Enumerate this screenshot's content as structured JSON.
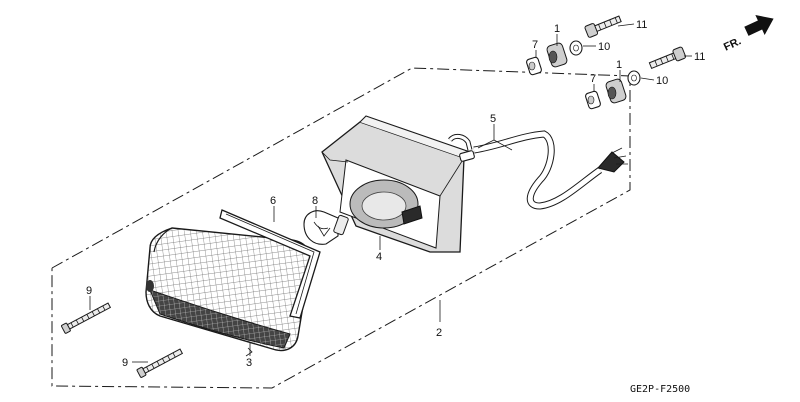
{
  "diagram_code": "GE2P-F2500",
  "direction_label": "FR.",
  "callouts": {
    "c1a": "1",
    "c1b": "1",
    "c2": "2",
    "c3": "3",
    "c4": "4",
    "c5": "5",
    "c6": "6",
    "c7a": "7",
    "c7b": "7",
    "c8": "8",
    "c9a": "9",
    "c9b": "9",
    "c10a": "10",
    "c10b": "10",
    "c11a": "11",
    "c11b": "11"
  }
}
